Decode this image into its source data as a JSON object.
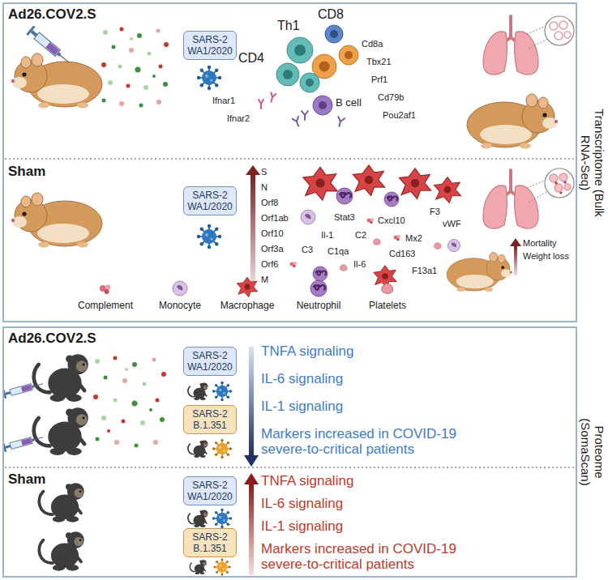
{
  "diagram": {
    "nodes": [
      {
        "text": [
          "Transcriptome (Bulk RNA-Seq)"
        ]
      },
      {
        "text": [
          "SARS-2 WA1/2020"
        ],
        "in": 0
      },
      {
        "text": [
          "SARS-2 WA1/2020"
        ],
        "in": 0
      },
      {
        "text": [
          "Proteome (SomaScan)"
        ]
      },
      {
        "text": [
          "SARS-2 WA1/2020"
        ],
        "in": 3
      },
      {
        "text": [
          "SARS-2 B.1.351"
        ],
        "in": 3
      },
      {
        "text": [
          "SARS-2 WA1/2020"
        ],
        "in": 3
      },
      {
        "text": [
          "SARS-2 B.1.351"
        ],
        "in": 3
      }
    ],
    "labels": [
      "Ad26.COV2.S",
      "Th1",
      "CD8",
      "CD4",
      "B cell",
      "Cd8a",
      "Tbx21",
      "Prf1",
      "Cd79b",
      "Pou2af1",
      "Ifnar1",
      "Ifnar2",
      "Sham",
      "S",
      "N",
      "Orf8",
      "Orf1ab",
      "Orf10",
      "Orf3a",
      "Orf6",
      "M",
      "F3",
      "Stat3",
      "Cxcl10",
      "vWF",
      "Il-1",
      "C2",
      "Mx2",
      "C3",
      "C1qa",
      "Cd163",
      "Il-6",
      "F13a1",
      "Mortality",
      "Weight loss",
      "Ad26.COV2.S",
      "TNFA signaling",
      "IL-6 signaling",
      "IL-1 signaling",
      "Markers increased in COVID-19 severe-to-critical patients",
      "Sham",
      "TNFA signaling",
      "IL-6 signaling",
      "IL-1 signaling",
      "Markers increased in COVID-19 severe-to-critical patients"
    ],
    "legend": [
      {
        "text": "Complement"
      },
      {
        "text": "Monocyte"
      },
      {
        "text": "Macrophage"
      },
      {
        "text": "Neutrophil"
      },
      {
        "text": "Platelets"
      }
    ]
  }
}
